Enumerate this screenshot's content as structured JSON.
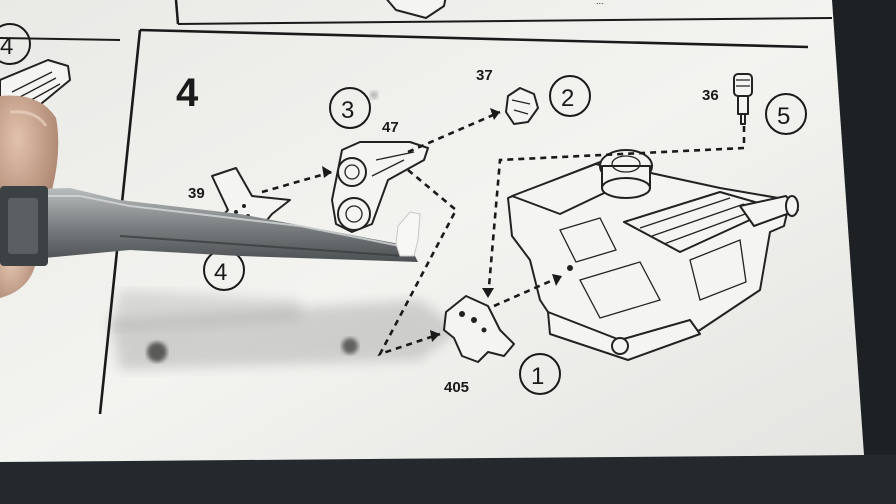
{
  "step_number": "4",
  "prev_step_number": "4",
  "parts": {
    "water_pump_pulley": {
      "label": "39",
      "step": "4"
    },
    "bracket": {
      "label": "47",
      "step": "3"
    },
    "pulley_small": {
      "label": "37",
      "step": "2"
    },
    "sender": {
      "label": "36",
      "step": "5"
    },
    "mount_plate": {
      "label": "405",
      "step": "1"
    }
  },
  "colors": {
    "paper": "#f2f2ef",
    "ink": "#1a1a1a",
    "background": "#1d2124",
    "tweezers": "#8a8d8e",
    "skin": "#c9a58f"
  },
  "icons": {
    "engine": "engine-block-illustration",
    "tweezers": "tweezers-photo",
    "finger": "finger-photo"
  }
}
